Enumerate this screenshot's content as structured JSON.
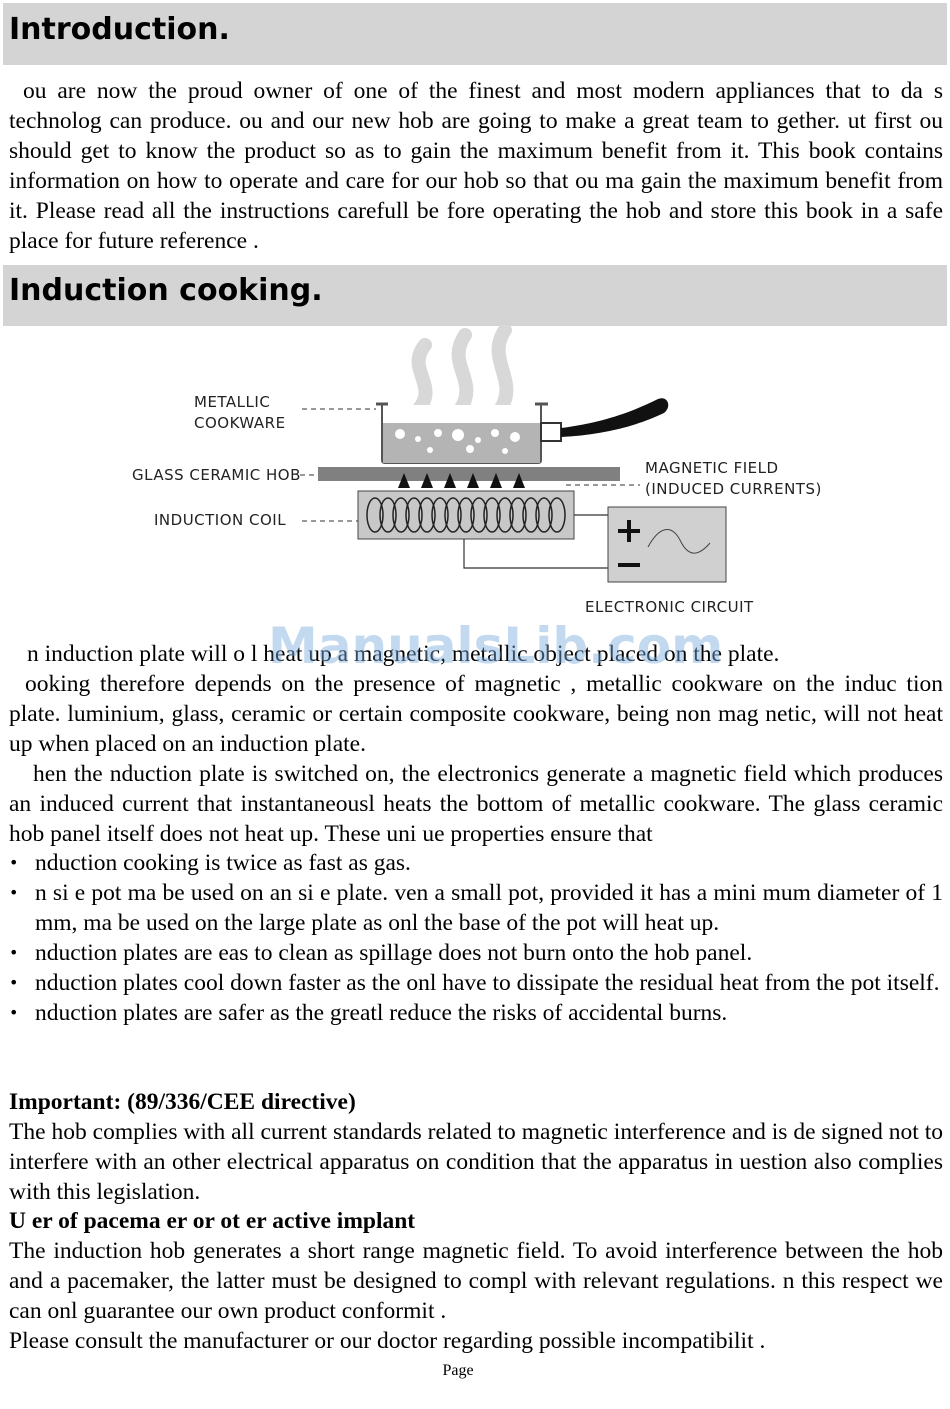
{
  "sections": {
    "intro": {
      "title": "Introduction.",
      "text": "ou are now the proud owner of one of the finest and most modern appliances that to da s technolog can produce. ou and our new hob are going to make a great team to gether. ut first ou should get to know the product so as to gain the maximum benefit from it. This book contains information on how to operate and care for our hob so that ou ma gain the maximum benefit from it. Please read all the instructions carefull be fore operating the hob and store this book in a safe place for future reference ."
    },
    "induction": {
      "title": "Induction cooking."
    }
  },
  "diagram": {
    "labels": {
      "metallic_1": "METALLIC",
      "metallic_2": "COOKWARE",
      "glass_hob": "GLASS CERAMIC HOB",
      "induction_coil": "INDUCTION COIL",
      "magnetic_1": "MAGNETIC FIELD",
      "magnetic_2": "(INDUCED CURRENTS)",
      "electronic": "ELECTRONIC CIRCUIT"
    },
    "colors": {
      "hob": "#808080",
      "coil_box": "#c8c8c8",
      "circuit_box": "#d0d0d0",
      "pot_water": "#b4b4b4"
    }
  },
  "body": {
    "p1": "n induction plate will o l heat up a magnetic, metallic object placed on the plate.",
    "p2": "ooking therefore depends on the presence of magnetic , metallic cookware on the induc tion plate. luminium, glass, ceramic or certain composite cookware, being non mag netic, will not heat up when placed on an induction plate.",
    "p3": "hen the nduction plate is switched on, the electronics generate a magnetic field which produces an induced current that instantaneousl heats the bottom of metallic cookware. The glass ceramic hob panel itself does not heat up. These uni ue properties ensure that",
    "bullets": [
      "nduction cooking is twice as fast as gas.",
      "n si e pot ma be used on an si e plate. ven a small pot, provided it has a mini mum diameter of 1 mm, ma be used on the large plate as onl the base of the pot will heat up.",
      "nduction plates are eas to clean as spillage does not burn onto the hob panel.",
      "nduction plates cool down faster as the onl have to dissipate the residual heat from the pot itself.",
      "nduction plates are safer as the greatl reduce the risks of accidental burns."
    ],
    "important_title": "Important: (89/336/CEE directive)",
    "important_text": "The hob complies with all current standards related to magnetic interference and is de signed not to interfere with an other electrical apparatus on condition that the apparatus in uestion also complies with this legislation.",
    "pacemaker_title": "U er of pacema er or ot er active implant",
    "pacemaker_text": "The induction hob generates a short range magnetic field. To avoid interference between the hob and a pacemaker, the latter must be designed to compl with relevant regulations. n this respect we can onl guarantee our own product conformit .",
    "consult_text": "Please consult the manufacturer or our doctor regarding possible incompatibilit ."
  },
  "watermark": "ManualsLib.com",
  "footer": {
    "page_label": "Page"
  }
}
